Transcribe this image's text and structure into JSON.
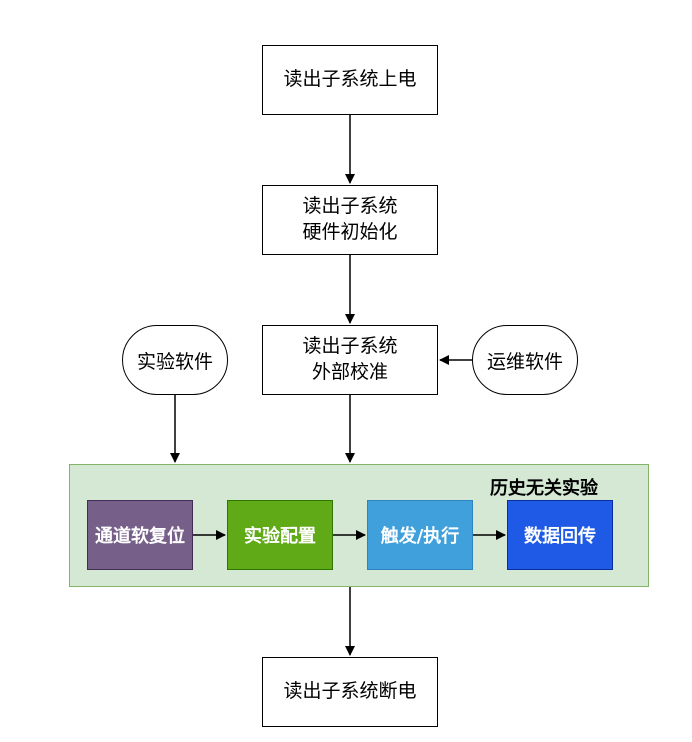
{
  "nodes": {
    "power_on": "读出子系统上电",
    "hw_init_line1": "读出子系统",
    "hw_init_line2": "硬件初始化",
    "ext_calib_line1": "读出子系统",
    "ext_calib_line2": "外部校准",
    "power_off": "读出子系统断电",
    "experiment_software": "实验软件",
    "ops_software": "运维软件"
  },
  "group": {
    "title": "历史无关实验",
    "color": "#d5e8d4",
    "border_color": "#82b366",
    "steps": [
      {
        "label": "通道软复位",
        "color": "#76608a"
      },
      {
        "label": "实验配置",
        "color": "#60a917"
      },
      {
        "label": "触发/执行",
        "color": "#3fa0dc"
      },
      {
        "label": "数据回传",
        "color": "#1e5ae6"
      }
    ]
  }
}
